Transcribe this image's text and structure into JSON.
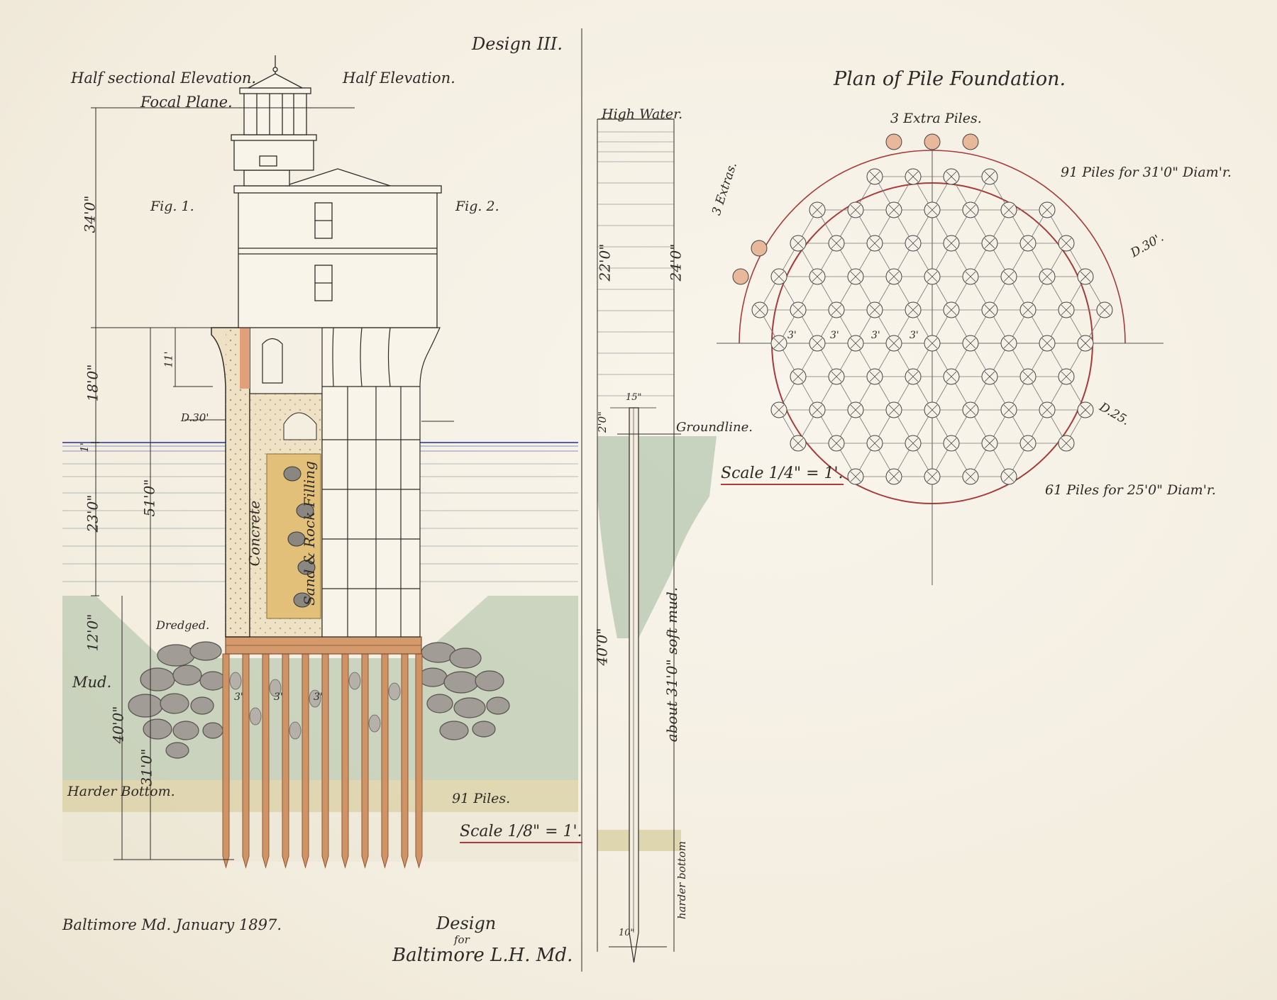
{
  "header": {
    "design_label": "Design III."
  },
  "elevation": {
    "half_sectional": "Half sectional Elevation.",
    "focal_plane": "Focal Plane.",
    "half_elevation": "Half Elevation.",
    "fig1": "Fig. 1.",
    "fig2": "Fig. 2.",
    "d30": "D.30'",
    "dredged": "Dredged.",
    "mud": "Mud.",
    "harder_bottom": "Harder Bottom.",
    "piles_count": "91 Piles.",
    "scale": "Scale 1/8\" = 1'.",
    "concrete": "Concrete",
    "sand_rock": "Sand & Rock Filling",
    "dims": {
      "d34": "34'0\"",
      "d18": "18'0\"",
      "d11": "11'",
      "d1": "1'",
      "d23": "23'0\"",
      "d51": "51'0\"",
      "d12": "12'0\"",
      "d40": "40'0\"",
      "d31": "31'0\""
    },
    "pile_spacing": "3'"
  },
  "pile_detail": {
    "high_water": "High Water.",
    "groundline": "Groundline.",
    "dims": {
      "d22": "22'0\"",
      "d24": "24'0\"",
      "d2": "2'0\"",
      "d15": "15\"",
      "d40": "40'0\"",
      "d10": "10\""
    },
    "about_soft_mud": "about 31'0\" soft mud.",
    "harder_bottom": "harder bottom"
  },
  "plan": {
    "title": "Plan of Pile Foundation.",
    "extra_piles": "3 Extra Piles.",
    "extras": "3 Extras.",
    "piles91": "91 Piles for 31'0\" Diam'r.",
    "piles61": "61 Piles for 25'0\" Diam'r.",
    "d30": "D.30'.",
    "d25": "D.25.",
    "scale": "Scale 1/4\" = 1'.",
    "spacing": "3'"
  },
  "footer": {
    "place_date": "Baltimore Md. January 1897.",
    "design_line1": "Design",
    "design_line2": "for",
    "design_line3": "Baltimore L.H. Md."
  },
  "colors": {
    "ink": "#2d2a26",
    "red": "#b23a3a",
    "brick": "#d9936e",
    "concrete": "#efe2c4",
    "sand": "#e2c07a",
    "water": "#6f6fa8",
    "ground": "#9fb79a",
    "pile": "#cf9366",
    "stone": "#9a9690"
  }
}
